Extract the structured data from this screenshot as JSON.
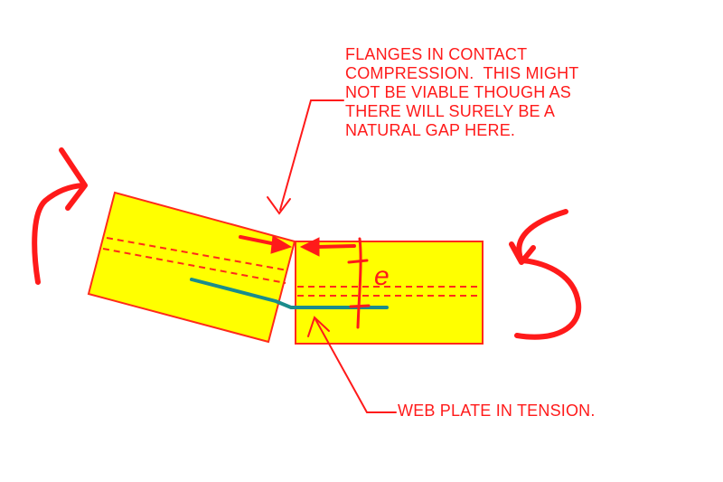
{
  "annotations": {
    "flanges_lines": [
      "FLANGES IN CONTACT",
      "COMPRESSION.  THIS MIGHT",
      "NOT BE VIABLE THOUGH AS",
      "THERE WILL SURELY BE A",
      "NATURAL GAP HERE."
    ],
    "web_plate": "WEB PLATE IN TENSION.",
    "eccentricity_symbol": "e"
  },
  "colors": {
    "block_fill": "#ffff00",
    "block_edge": "#ff2a1a",
    "markup_red": "#ff1a1a",
    "web_plate": "#1a8c8c",
    "background": "#ffffff"
  }
}
